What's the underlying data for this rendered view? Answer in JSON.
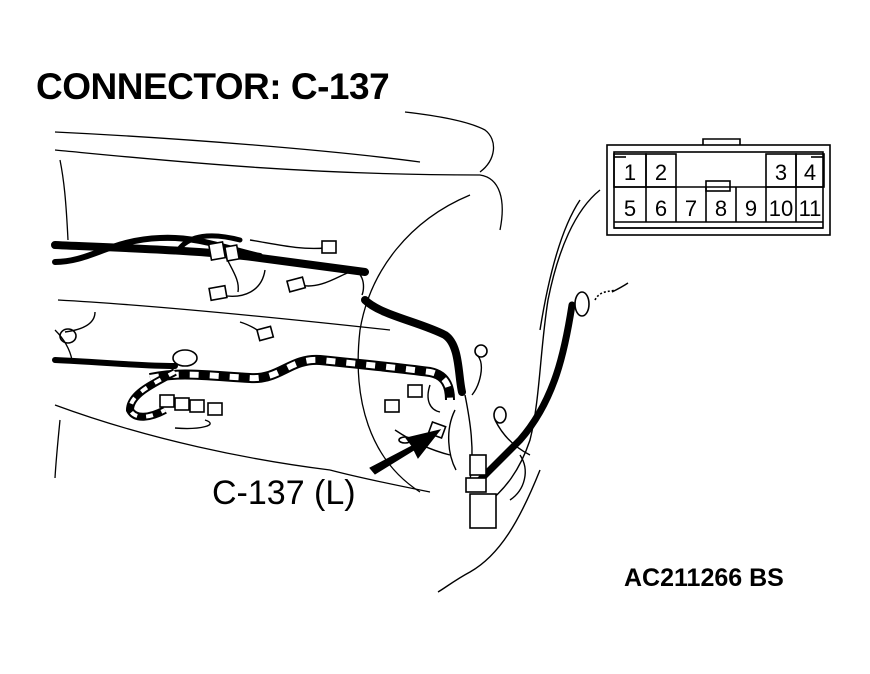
{
  "title": "CONNECTOR: C-137",
  "callout_label": "C-137 (L)",
  "figure_code": "AC211266 BS",
  "connector": {
    "top_row_pins": [
      "1",
      "2",
      "3",
      "4"
    ],
    "bottom_row_pins": [
      "5",
      "6",
      "7",
      "8",
      "9",
      "10",
      "11"
    ]
  }
}
